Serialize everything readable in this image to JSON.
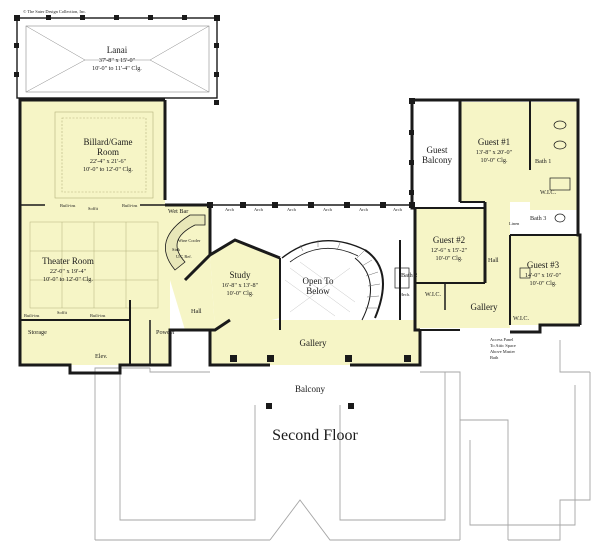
{
  "copyright": "© The Sater Design Collection, Inc.",
  "floor_title": "Second Floor",
  "colors": {
    "room_fill": "#f6f5c6",
    "wall": "#1a1a1a",
    "outline": "#9a9a9a",
    "background": "#ffffff"
  },
  "rooms": {
    "lanai": {
      "name": "Lanai",
      "dims": "37'-8\" x 15'-0\"",
      "clg": "10'-0\" to 11'-4\" Clg."
    },
    "billiard": {
      "name1": "Billard/Game",
      "name2": "Room",
      "dims": "22'-4\" x 21'-6\"",
      "clg": "10'-0\" to 12'-0\" Clg."
    },
    "theater": {
      "name": "Theater Room",
      "dims": "22'-0\" x 19'-4\"",
      "clg": "10'-0\" to 12'-0\" Clg."
    },
    "study": {
      "name": "Study",
      "dims": "16'-8\" x 13'-8\"",
      "clg": "10'-0\" Clg."
    },
    "open": {
      "name1": "Open To",
      "name2": "Below"
    },
    "gallery_center": {
      "name": "Gallery"
    },
    "balcony": {
      "name": "Balcony"
    },
    "guest_balcony": {
      "name1": "Guest",
      "name2": "Balcony"
    },
    "guest1": {
      "name": "Guest #1",
      "dims": "13'-8\" x 20'-0\"",
      "clg": "10'-0\" Clg."
    },
    "guest2": {
      "name": "Guest #2",
      "dims": "12'-6\" x 15'-2\"",
      "clg": "10'-0\" Clg."
    },
    "guest3": {
      "name": "Guest #3",
      "dims": "14'-0\" x 16'-0\"",
      "clg": "10'-0\" Clg."
    },
    "bath1": "Bath 1",
    "bath2": "Bath 2",
    "bath3": "Bath 3",
    "wic": "W.I.C.",
    "hall": "Hall",
    "gallery_right": "Gallery",
    "storage": "Storage",
    "elev": "Elev.",
    "powder": "Powder",
    "wet_bar": "Wet Bar",
    "wine_cooler": "Wine Cooler",
    "sink": "Sink",
    "uc_ref": "U/C Ref.",
    "soffit": "Soffit",
    "built_ins": "Built-ins",
    "arch": "Arch",
    "linen": "Linen",
    "mech": "Mech.",
    "access_note": [
      "Access Panel",
      "To Attic Space",
      "Above Master",
      "Bath"
    ]
  }
}
